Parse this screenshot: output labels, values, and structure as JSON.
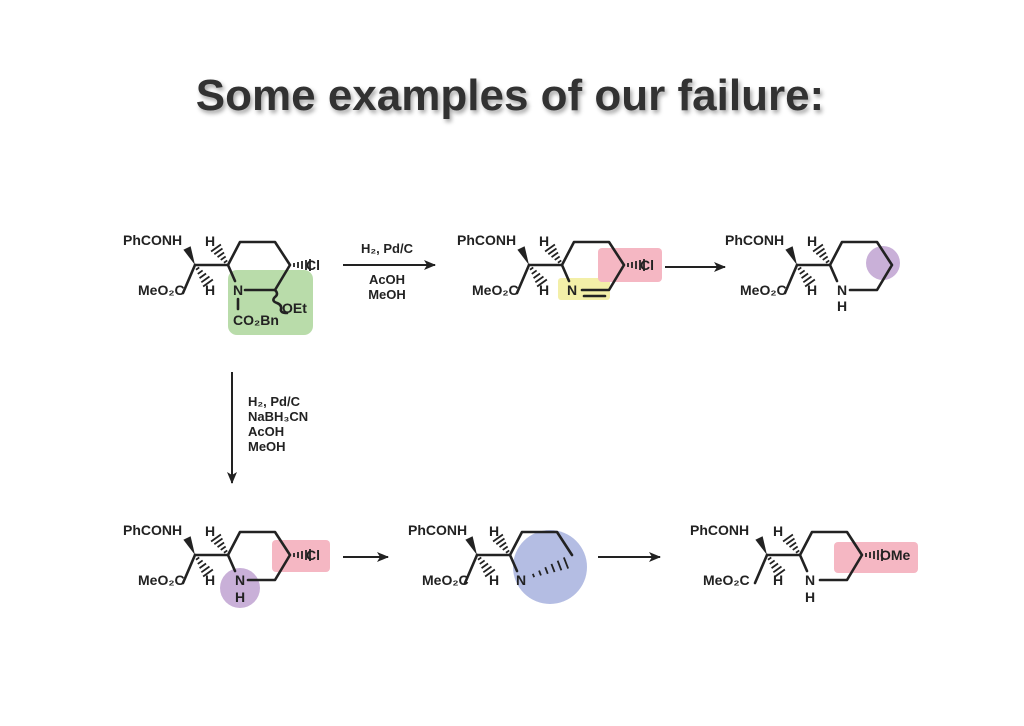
{
  "title": "Some examples of our failure:",
  "labels": {
    "phconh": "PhCONH",
    "meo2c": "MeO₂C",
    "h": "H",
    "n": "N",
    "cl": "Cl",
    "oet": "OEt",
    "co2bn": "CO₂Bn",
    "ome": "OMe"
  },
  "reaction_top": {
    "conditions": [
      "H₂, Pd/C",
      "AcOH",
      "MeOH"
    ]
  },
  "reaction_down": {
    "conditions": [
      "H₂, Pd/C",
      "NaBH₃CN",
      "AcOH",
      "MeOH"
    ]
  },
  "highlight_colors": {
    "green": "#b9dcaa",
    "yellow": "#f3efa8",
    "pink": "#f5b7c3",
    "purple": "#c9b0d8",
    "blue": "#b4bde3"
  }
}
